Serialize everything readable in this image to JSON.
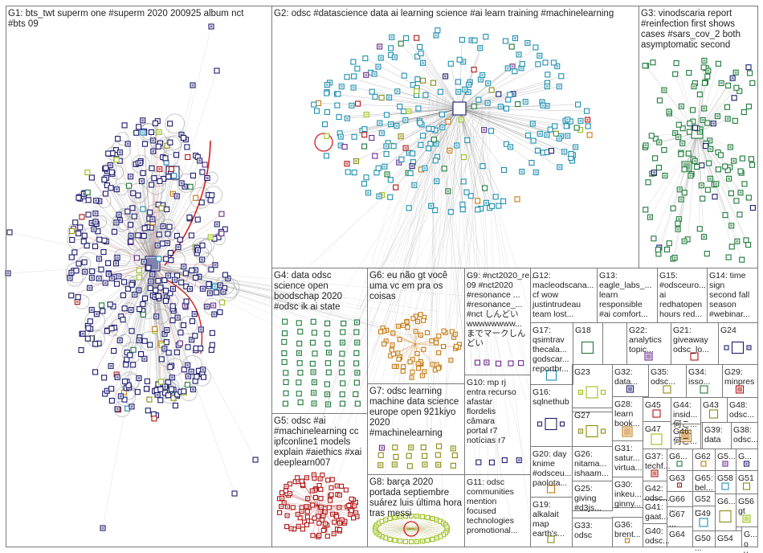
{
  "groups": [
    {
      "id": "G1",
      "lines": [
        "G1: bts_twt superm one #superm 2020 200925 album nct",
        "#bts 09"
      ]
    },
    {
      "id": "G2",
      "lines": [
        "G2: odsc #datascience data ai learning science #ai learn training #machinelearning"
      ]
    },
    {
      "id": "G3",
      "lines": [
        "G3: vinodscaria report",
        "#reinfection first shows",
        "cases #sars_cov_2 both",
        "asymptomatic second"
      ]
    },
    {
      "id": "G4",
      "lines": [
        "G4: data odsc",
        "science open",
        "boodschap 2020",
        "#odsc ik ai state"
      ]
    },
    {
      "id": "G5",
      "lines": [
        "G5: odsc #ai",
        "#machinelearning cc",
        "ipfconline1 models",
        "explain #aiethics #xai",
        "deeplearn007"
      ]
    },
    {
      "id": "G6",
      "lines": [
        "G6: eu não gt você",
        "uma vc em pra os",
        "coisas"
      ]
    },
    {
      "id": "G7",
      "lines": [
        "G7: odsc learning",
        "machine data science",
        "europe open 921kiyo",
        "2020",
        "#machinelearning"
      ]
    },
    {
      "id": "G8",
      "lines": [
        "G8: barça 2020",
        "portada septiembre",
        "suárez luis última hora",
        "tras messi"
      ]
    },
    {
      "id": "G9",
      "lines": [
        "G9: #nct2020_re...",
        "09 #nct2020",
        "#resonance ...",
        "#resonance_...",
        "#nct しんどい",
        "wwwwwwww...",
        "までマークしん",
        "どい"
      ]
    },
    {
      "id": "G10",
      "lines": [
        "G10: mp rj",
        "entra recurso",
        "afastar",
        "flordelis",
        "câmara",
        "portal r7",
        "notícias r7"
      ]
    },
    {
      "id": "G11",
      "lines": [
        "G11: odsc",
        "communities",
        "mention",
        "focused",
        "technologies",
        "promotional..."
      ]
    },
    {
      "id": "G12",
      "lines": [
        "G12:",
        "macleodscana...",
        "cf wow",
        "justintrudeau",
        "team lost..."
      ]
    },
    {
      "id": "G13",
      "lines": [
        "G13:",
        "eagle_labs_...",
        "learn",
        "responsible",
        "#ai comfort..."
      ]
    },
    {
      "id": "G14",
      "lines": [
        "G14: time",
        "sign",
        "second fall",
        "season",
        "#webinar..."
      ]
    },
    {
      "id": "G15",
      "lines": [
        "G15:",
        "#odsceuro...",
        "ai",
        "redhatopen",
        "hours red..."
      ]
    },
    {
      "id": "G16",
      "lines": [
        "G16:",
        "sqlnethub"
      ]
    },
    {
      "id": "G17",
      "lines": [
        "G17:",
        "qsimtrav",
        "thecala...",
        "godscar...",
        "reportbr..."
      ]
    },
    {
      "id": "G18",
      "lines": [
        "G18"
      ]
    },
    {
      "id": "G19",
      "lines": [
        "G19:",
        "alkalait",
        "map",
        "earth's..."
      ]
    },
    {
      "id": "G20",
      "lines": [
        "G20: day",
        "knime",
        "#odsceu...",
        "paolota..."
      ]
    },
    {
      "id": "G21",
      "lines": [
        "G21:",
        "giveaway",
        "odsc_lo..."
      ]
    },
    {
      "id": "G22",
      "lines": [
        "G22:",
        "analytics",
        "topic..."
      ]
    },
    {
      "id": "G23",
      "lines": [
        "G23"
      ]
    },
    {
      "id": "G24",
      "lines": [
        "G24"
      ]
    },
    {
      "id": "G25",
      "lines": [
        "G25:",
        "giving",
        "#d3js..."
      ]
    },
    {
      "id": "G26",
      "lines": [
        "G26:",
        "nitama...",
        "ishaam..."
      ]
    },
    {
      "id": "G27",
      "lines": [
        "G27"
      ]
    },
    {
      "id": "G28",
      "lines": [
        "G28:",
        "learn",
        "book..."
      ]
    },
    {
      "id": "G29",
      "lines": [
        "G29:",
        "minpres"
      ]
    },
    {
      "id": "G30",
      "lines": [
        "G30:",
        "inkeu...",
        "ginny..."
      ]
    },
    {
      "id": "G31",
      "lines": [
        "G31:",
        "satur...",
        "virtua..."
      ]
    },
    {
      "id": "G32",
      "lines": [
        "G32:",
        "data..."
      ]
    },
    {
      "id": "G33",
      "lines": [
        "G33:",
        "odsc"
      ]
    },
    {
      "id": "G34",
      "lines": [
        "G34:",
        "isso..."
      ]
    },
    {
      "id": "G35",
      "lines": [
        "G35:",
        "odsc..."
      ]
    },
    {
      "id": "G36",
      "lines": [
        "G36:",
        "brent..."
      ]
    },
    {
      "id": "G37",
      "lines": [
        "G37:",
        "techf..."
      ]
    },
    {
      "id": "G38",
      "lines": [
        "G38:",
        "odsc..."
      ]
    },
    {
      "id": "G39",
      "lines": [
        "G39:",
        "data"
      ]
    },
    {
      "id": "G40",
      "lines": [
        "G40:",
        "odsc..."
      ]
    },
    {
      "id": "G41",
      "lines": [
        "G41:",
        "gaat..."
      ]
    },
    {
      "id": "G42",
      "lines": [
        "G42:",
        "odsc..."
      ]
    },
    {
      "id": "G43",
      "lines": [
        "G43"
      ]
    },
    {
      "id": "G44",
      "lines": [
        "G44:",
        "insid...",
        "何こ..."
      ]
    },
    {
      "id": "G45",
      "lines": [
        "G45"
      ]
    },
    {
      "id": "G46",
      "lines": [
        "G46:",
        "何こ..."
      ]
    },
    {
      "id": "G47",
      "lines": [
        "G47"
      ]
    },
    {
      "id": "G48",
      "lines": [
        "G48:",
        "odsc..."
      ]
    },
    {
      "id": "G49",
      "lines": [
        "G49"
      ]
    },
    {
      "id": "G50",
      "lines": [
        "G50",
        "..."
      ]
    },
    {
      "id": "G51",
      "lines": [
        "G51"
      ]
    },
    {
      "id": "G52",
      "lines": [
        "G52",
        "..."
      ]
    },
    {
      "id": "G54",
      "lines": [
        "G54"
      ]
    },
    {
      "id": "G55",
      "lines": [
        "G5..."
      ]
    },
    {
      "id": "G56",
      "lines": [
        "G56",
        "gt"
      ]
    },
    {
      "id": "G57",
      "lines": [
        "G..."
      ]
    },
    {
      "id": "G58",
      "lines": [
        "G58"
      ]
    },
    {
      "id": "G60",
      "lines": [
        "G6..."
      ]
    },
    {
      "id": "G61",
      "lines": [
        "G6..."
      ]
    },
    {
      "id": "G62",
      "lines": [
        "G62"
      ]
    },
    {
      "id": "G63",
      "lines": [
        "G63"
      ]
    },
    {
      "id": "G64",
      "lines": [
        "G64"
      ]
    },
    {
      "id": "G65",
      "lines": [
        "G65:",
        "bel..."
      ]
    },
    {
      "id": "G66",
      "lines": [
        "G66",
        "..."
      ]
    },
    {
      "id": "G67",
      "lines": [
        "G67",
        "..."
      ]
    },
    {
      "id": "G68",
      "lines": [
        "G...",
        "o",
        "v..."
      ]
    }
  ],
  "colors": {
    "frame": "#7a7a7a",
    "edge": "#9a9a9a",
    "edge_strong": "#444444",
    "reciprocal_edge": "#d21f1f",
    "node_fill": "#ffffff",
    "node_navy": "#1c1c6e",
    "node_teal": "#1f8fb0",
    "node_green": "#1f7a3a",
    "node_olive": "#8a8a10",
    "node_orange": "#c47a14",
    "node_red": "#b01515",
    "node_purple": "#6b2a8a",
    "node_lime": "#9abf1a"
  }
}
